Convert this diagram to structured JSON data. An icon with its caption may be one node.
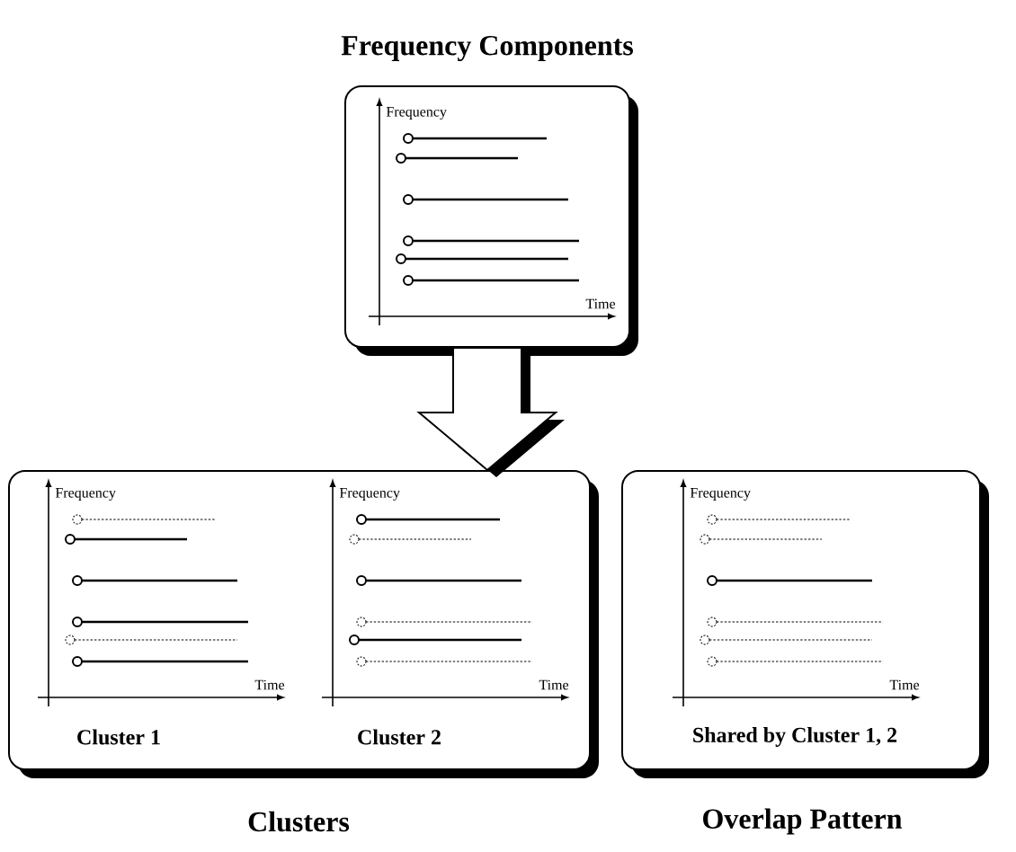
{
  "diagram": {
    "nodes": [
      {
        "text": [
          "Frequency Components"
        ]
      },
      {
        "text": [
          "Clusters"
        ]
      },
      {
        "text": [
          "Overlap Pattern"
        ]
      }
    ],
    "edges": [
      {
        "from": 0,
        "to": 1,
        "arrow": "to"
      }
    ],
    "labels": [
      "Frequency",
      "Time",
      "Frequency",
      "Frequency",
      "Frequency",
      "Time",
      "Time",
      "Time",
      "Cluster 1",
      "Cluster 2",
      "Shared by Cluster 1, 2"
    ]
  }
}
